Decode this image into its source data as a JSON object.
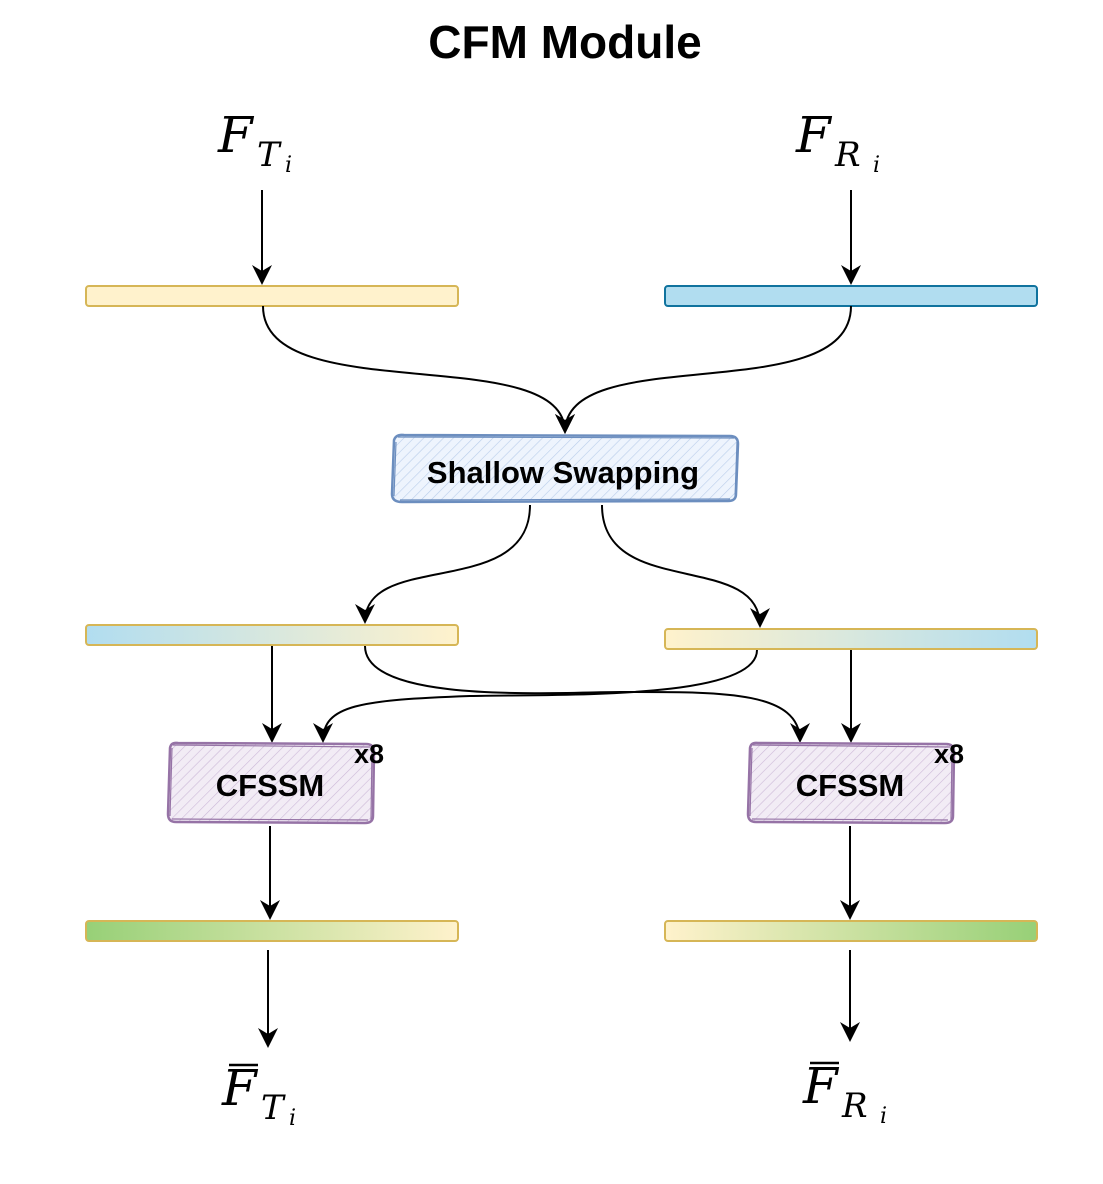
{
  "title": "CFM Module",
  "inputs": {
    "left": {
      "symbol": "F",
      "subscript": "T",
      "subsub": "i"
    },
    "right": {
      "symbol": "F",
      "subscript": "R",
      "subsub": "i"
    }
  },
  "modules": {
    "swap_label": "Shallow  Swapping",
    "cfssm_left_label": "CFSSM",
    "cfssm_right_label": "CFSSM",
    "repeat_left": "x8",
    "repeat_right": "x8"
  },
  "outputs": {
    "left": {
      "symbol": "F",
      "subscript": "T",
      "subsub": "i"
    },
    "right": {
      "symbol": "F",
      "subscript": "R",
      "subsub": "i"
    }
  },
  "colors": {
    "thermal_feature": "#fff2cc",
    "thermal_border": "#d6b656",
    "rgb_feature": "#b1ddf0",
    "rgb_border": "#10739e",
    "fused_green": "#97d077",
    "swap_fill": "#dae8fc",
    "swap_border": "#6c8ebf",
    "cfssm_fill": "#e1d5e7",
    "cfssm_border": "#9673a6"
  }
}
